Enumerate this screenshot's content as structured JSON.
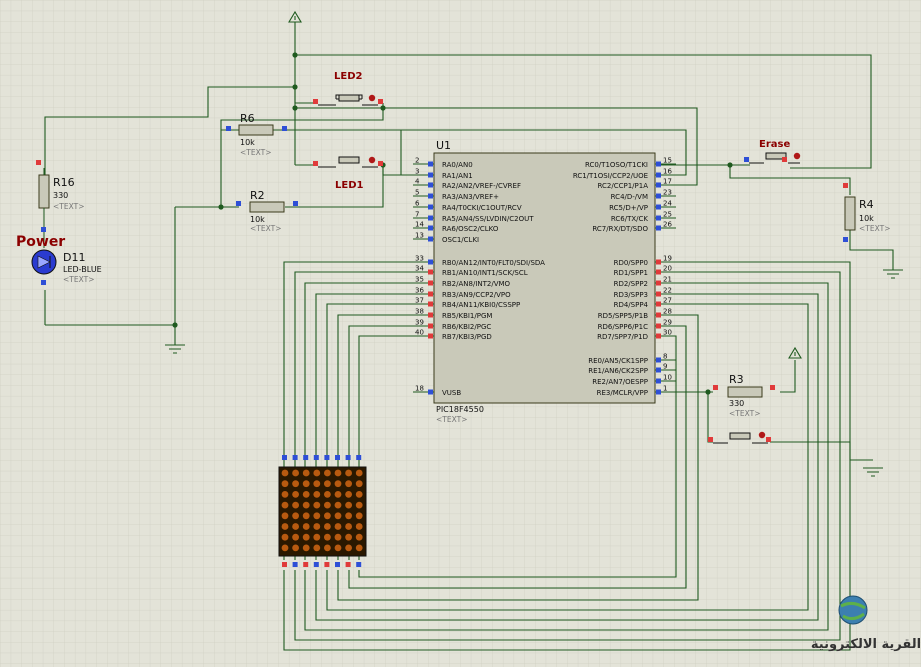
{
  "chip": {
    "ref": "U1",
    "part": "PIC18F4550",
    "text_placeholder": "<TEXT>",
    "left_pins": [
      {
        "num": "2",
        "name": "RA0/AN0"
      },
      {
        "num": "3",
        "name": "RA1/AN1"
      },
      {
        "num": "4",
        "name": "RA2/AN2/VREF-/CVREF"
      },
      {
        "num": "5",
        "name": "RA3/AN3/VREF+"
      },
      {
        "num": "6",
        "name": "RA4/T0CKI/C1OUT/RCV"
      },
      {
        "num": "7",
        "name": "RA5/AN4/SS/LVDIN/C2OUT"
      },
      {
        "num": "14",
        "name": "RA6/OSC2/CLKO"
      },
      {
        "num": "13",
        "name": "OSC1/CLKI"
      },
      {
        "num": "33",
        "name": "RB0/AN12/INT0/FLT0/SDI/SDA"
      },
      {
        "num": "34",
        "name": "RB1/AN10/INT1/SCK/SCL"
      },
      {
        "num": "35",
        "name": "RB2/AN8/INT2/VMO"
      },
      {
        "num": "36",
        "name": "RB3/AN9/CCP2/VPO"
      },
      {
        "num": "37",
        "name": "RB4/AN11/KBI0/CSSPP"
      },
      {
        "num": "38",
        "name": "RB5/KBI1/PGM"
      },
      {
        "num": "39",
        "name": "RB6/KBI2/PGC"
      },
      {
        "num": "40",
        "name": "RB7/KBI3/PGD"
      },
      {
        "num": "18",
        "name": "VUSB"
      }
    ],
    "right_pins": [
      {
        "num": "15",
        "name": "RC0/T1OSO/T1CKI"
      },
      {
        "num": "16",
        "name": "RC1/T1OSI/CCP2/UOE"
      },
      {
        "num": "17",
        "name": "RC2/CCP1/P1A"
      },
      {
        "num": "23",
        "name": "RC4/D-/VM"
      },
      {
        "num": "24",
        "name": "RC5/D+/VP"
      },
      {
        "num": "25",
        "name": "RC6/TX/CK"
      },
      {
        "num": "26",
        "name": "RC7/RX/DT/SDO"
      },
      {
        "num": "19",
        "name": "RD0/SPP0"
      },
      {
        "num": "20",
        "name": "RD1/SPP1"
      },
      {
        "num": "21",
        "name": "RD2/SPP2"
      },
      {
        "num": "22",
        "name": "RD3/SPP3"
      },
      {
        "num": "27",
        "name": "RD4/SPP4"
      },
      {
        "num": "28",
        "name": "RD5/SPP5/P1B"
      },
      {
        "num": "29",
        "name": "RD6/SPP6/P1C"
      },
      {
        "num": "30",
        "name": "RD7/SPP7/P1D"
      },
      {
        "num": "8",
        "name": "RE0/AN5/CK1SPP"
      },
      {
        "num": "9",
        "name": "RE1/AN6/CK2SPP"
      },
      {
        "num": "10",
        "name": "RE2/AN7/OESPP"
      },
      {
        "num": "1",
        "name": "RE3/MCLR/VPP"
      }
    ]
  },
  "components": {
    "r16": {
      "ref": "R16",
      "value": "330",
      "text": "<TEXT>"
    },
    "r6": {
      "ref": "R6",
      "value": "10k",
      "text": "<TEXT>"
    },
    "r2": {
      "ref": "R2",
      "value": "10k",
      "text": "<TEXT>"
    },
    "r4": {
      "ref": "R4",
      "value": "10k",
      "text": "<TEXT>"
    },
    "r3": {
      "ref": "R3",
      "value": "330",
      "text": "<TEXT>"
    },
    "d11": {
      "ref": "D11",
      "value": "LED-BLUE",
      "text": "<TEXT>",
      "label": "Power"
    },
    "led1": {
      "label": "LED1"
    },
    "led2": {
      "label": "LED2"
    },
    "erase": {
      "label": "Erase"
    }
  },
  "watermark": {
    "text": "القرية الالكترونية"
  },
  "colors": {
    "background": "#e3e3d8",
    "grid": "#cfcfc2",
    "wire": "#1f5a1f",
    "body": "#c9c9b9",
    "label_red": "#8b0000",
    "pin_red": "#e03a3a",
    "pin_blue": "#2e4fd6",
    "led_blue": "#2a3bd0",
    "matrix_bg": "#2a1800",
    "matrix_dot": "#b85a10"
  }
}
